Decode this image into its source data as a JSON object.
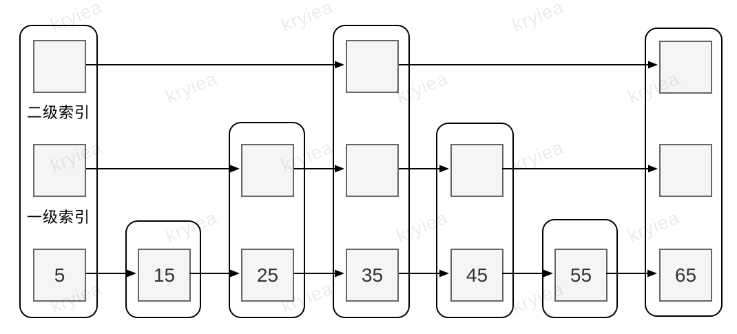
{
  "watermark": {
    "text": "kryiea"
  },
  "labels": {
    "level2_index": "二级索引",
    "level1_index": "一级索引"
  },
  "skiplist": {
    "columns": [
      {
        "value": "5",
        "has_level1_index": true,
        "has_level2_index": true
      },
      {
        "value": "15",
        "has_level1_index": false,
        "has_level2_index": false
      },
      {
        "value": "25",
        "has_level1_index": true,
        "has_level2_index": false
      },
      {
        "value": "35",
        "has_level1_index": true,
        "has_level2_index": true
      },
      {
        "value": "45",
        "has_level1_index": true,
        "has_level2_index": false
      },
      {
        "value": "55",
        "has_level1_index": false,
        "has_level2_index": false
      },
      {
        "value": "65",
        "has_level1_index": true,
        "has_level2_index": true
      }
    ],
    "level2_links": [
      "5→35",
      "35→65"
    ],
    "level1_links": [
      "5→25",
      "25→35",
      "35→45",
      "45→65"
    ],
    "data_links": [
      "5→15",
      "15→25",
      "25→35",
      "35→45",
      "45→55",
      "55→65"
    ]
  },
  "colors": {
    "box_fill": "#f5f5f5",
    "box_border": "#666666",
    "container_border": "#000000",
    "arrow": "#000000",
    "number_text": "#333333"
  }
}
